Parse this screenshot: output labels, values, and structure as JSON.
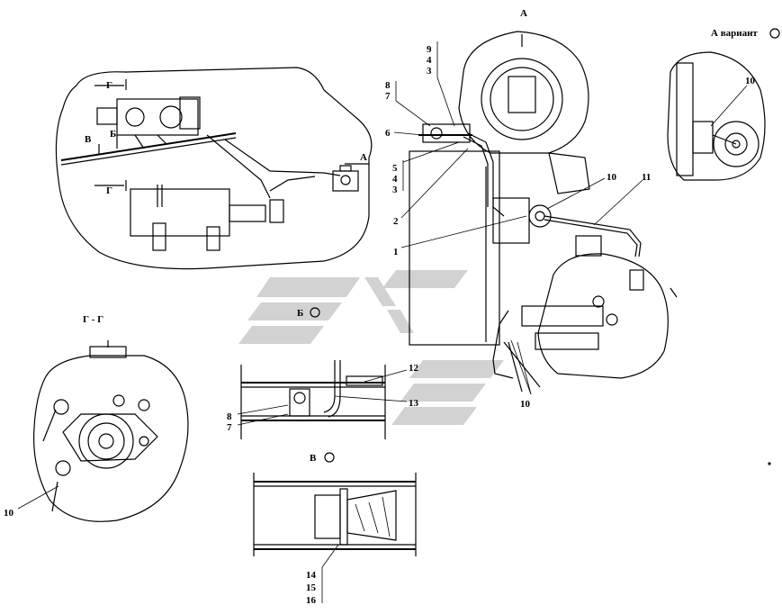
{
  "labels": {
    "view_a": "А",
    "view_a_variant": "А вариант",
    "section_g": "Г - Г",
    "view_b": "Б",
    "view_v": "В",
    "arrow_g_top": "Г",
    "arrow_g_bottom": "Г",
    "arrow_v": "В",
    "arrow_b": "Б",
    "arrow_a": "А"
  },
  "callouts": {
    "c1": "1",
    "c2": "2",
    "c3_top": "3",
    "c4_top": "4",
    "c9": "9",
    "c5": "5",
    "c4_mid": "4",
    "c3_mid": "3",
    "c6": "6",
    "c8_top": "8",
    "c7_top": "7",
    "c10_a": "10",
    "c10_variant": "10",
    "c10_bottom": "10",
    "c10_section": "10",
    "c11": "11",
    "c12": "12",
    "c13": "13",
    "c8_b": "8",
    "c7_b": "7",
    "c14": "14",
    "c15": "15",
    "c16": "16"
  }
}
